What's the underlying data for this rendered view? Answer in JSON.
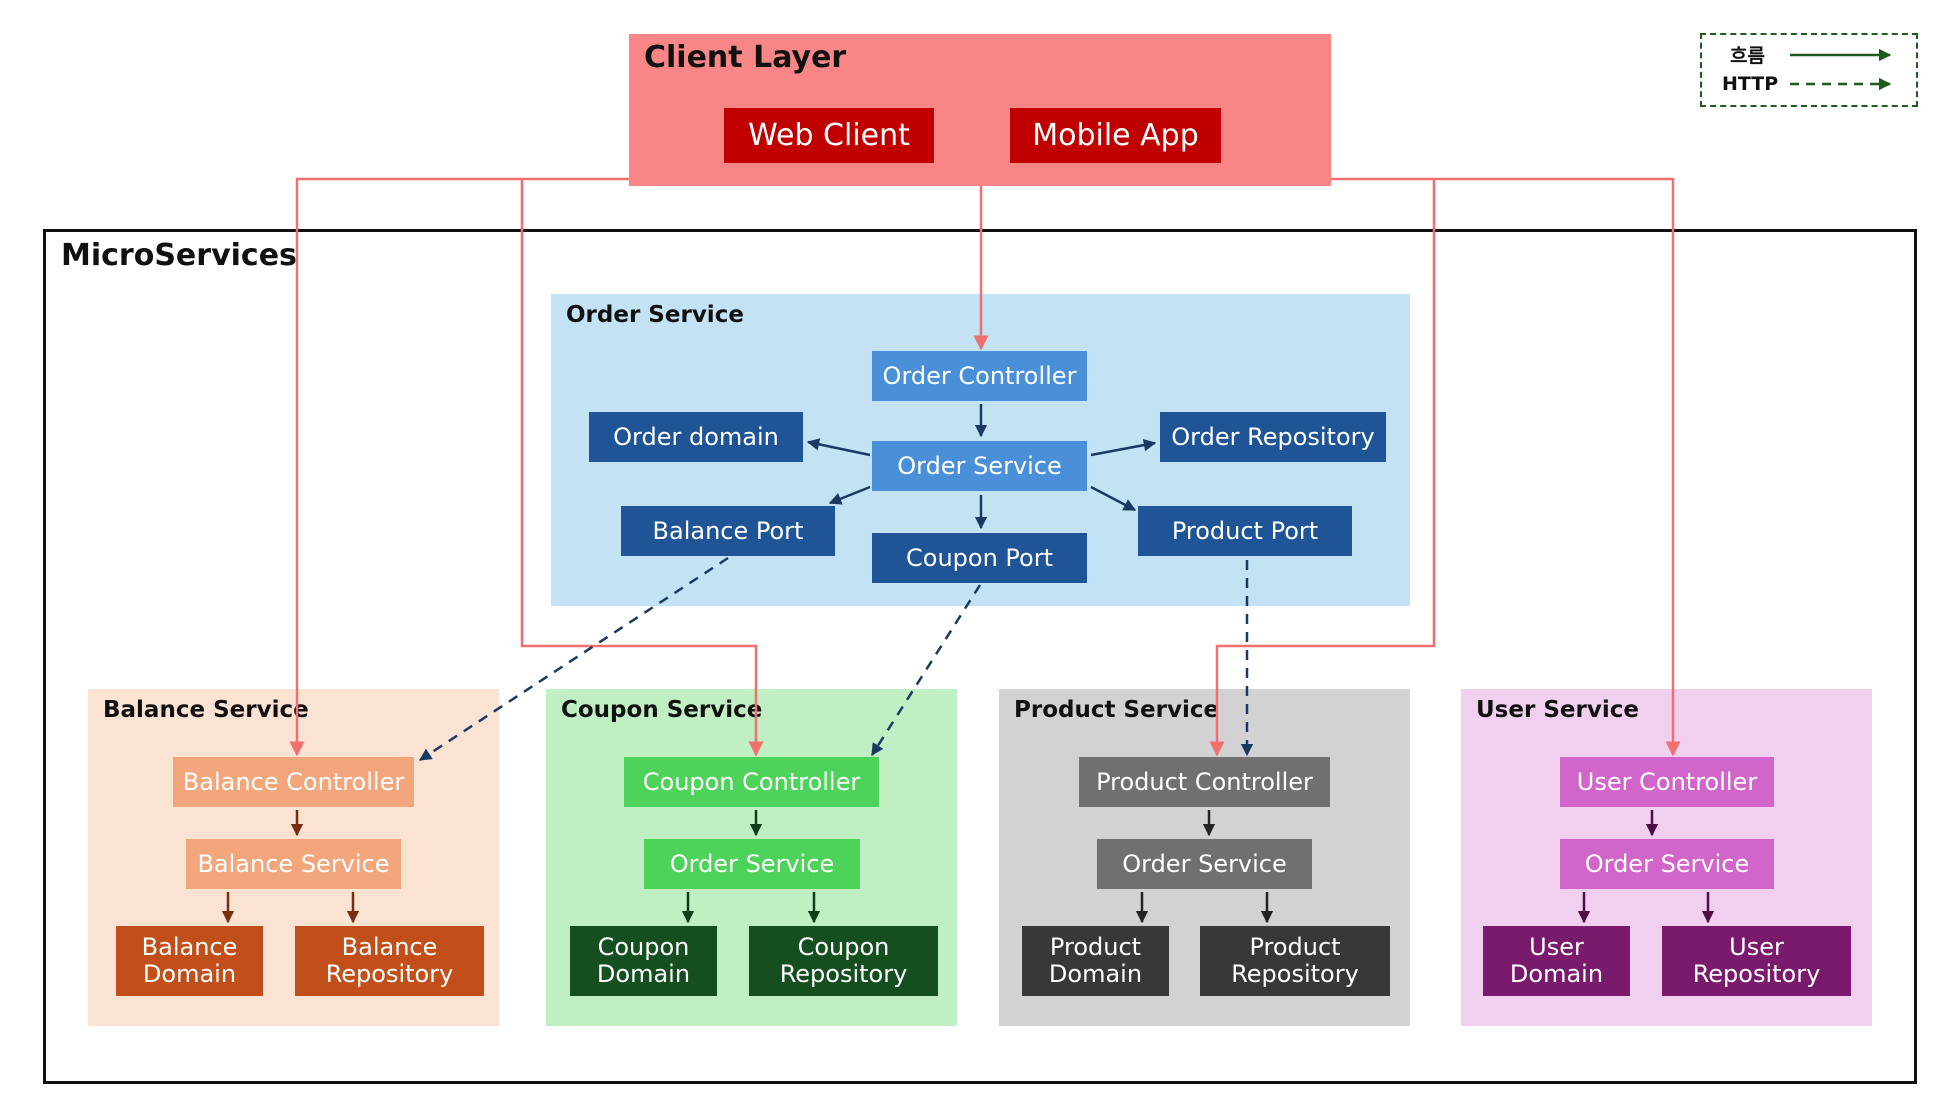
{
  "legend": {
    "flow_label": "흐름",
    "http_label": "HTTP"
  },
  "client_layer": {
    "title": "Client Layer",
    "web_client": "Web Client",
    "mobile_app": "Mobile App"
  },
  "microservices": {
    "title": "MicroServices"
  },
  "order_service": {
    "title": "Order Service",
    "controller": "Order Controller",
    "domain": "Order domain",
    "service": "Order Service",
    "repository": "Order Repository",
    "balance_port": "Balance Port",
    "coupon_port": "Coupon Port",
    "product_port": "Product Port"
  },
  "balance_service": {
    "title": "Balance Service",
    "controller": "Balance Controller",
    "service": "Balance Service",
    "domain": "Balance\nDomain",
    "repository": "Balance\nRepository"
  },
  "coupon_service": {
    "title": "Coupon Service",
    "controller": "Coupon Controller",
    "service": "Order Service",
    "domain": "Coupon\nDomain",
    "repository": "Coupon\nRepository"
  },
  "product_service": {
    "title": "Product Service",
    "controller": "Product Controller",
    "service": "Order Service",
    "domain": "Product\nDomain",
    "repository": "Product\nRepository"
  },
  "user_service": {
    "title": "User Service",
    "controller": "User Controller",
    "service": "Order Service",
    "domain": "User\nDomain",
    "repository": "User\nRepository"
  },
  "colors": {
    "client_bg": "#f98686",
    "client_node": "#c00000",
    "client_line": "#f07070",
    "order_bg": "#c3e3f4",
    "order_light": "#4a90d9",
    "order_dark": "#1f5496",
    "balance_bg": "#fbe3d4",
    "balance_light": "#f3a67b",
    "balance_dark": "#c24f1a",
    "coupon_bg": "#c1efc4",
    "coupon_light": "#4ed35a",
    "coupon_dark": "#154f20",
    "product_bg": "#d2d2d2",
    "product_light": "#707070",
    "product_dark": "#383838",
    "user_bg": "#f0d0ee",
    "user_light": "#d265ca",
    "user_dark": "#791a6d",
    "legend_green": "#1d5c1d"
  }
}
